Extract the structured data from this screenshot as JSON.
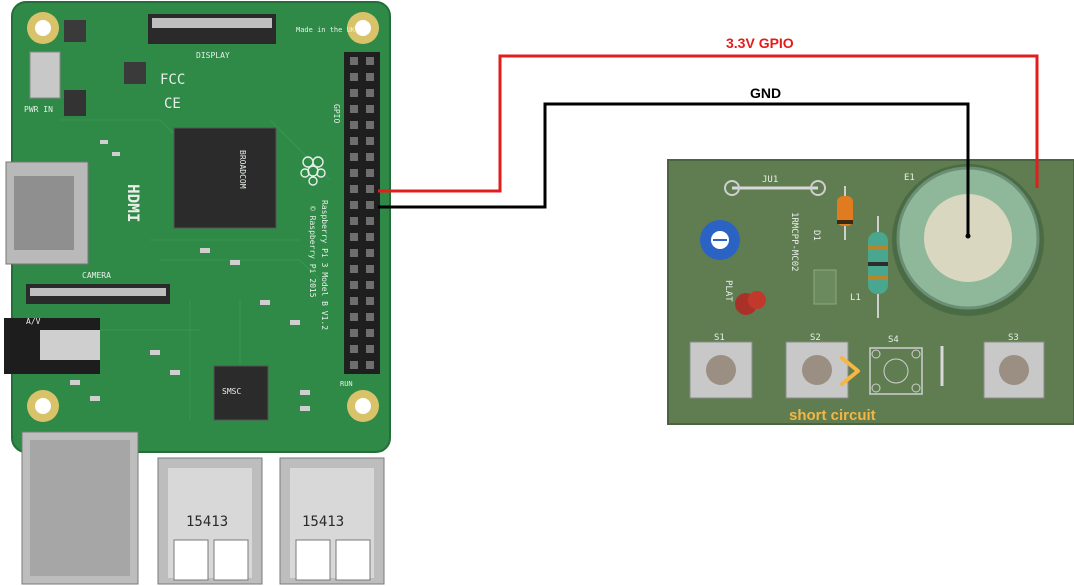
{
  "labels": {
    "vcc_wire": "3.3V GPIO",
    "gnd_wire": "GND",
    "short_circuit": "short circuit"
  },
  "pi_board": {
    "display": "DISPLAY",
    "camera": "CAMERA",
    "hdmi": "HDMI",
    "pwr_in": "PWR IN",
    "av": "A/V",
    "usb_a": "15413",
    "usb_b": "15413",
    "model": "Raspberry Pi 3 Model B V1.2",
    "copyright": "© Raspberry Pi 2015",
    "made_in": "Made in the UK",
    "gpio": "GPIO",
    "run": "RUN",
    "fcc": "FCC",
    "ce": "CE",
    "chip": "BROADCOM",
    "smsc": "SMSC"
  },
  "remote_board": {
    "jumper": "JU1",
    "s1": "S1",
    "s2": "S2",
    "s3": "S3",
    "s4": "S4",
    "d1": "D1",
    "l1": "L1",
    "e1": "E1",
    "plat": "PLAT",
    "ref": "1RMCPP-MC02"
  },
  "colors": {
    "vcc_wire": "#e31c1c",
    "gnd_wire": "#000000",
    "short_circuit": "#f5b642",
    "pi_pcb": "#2e8b4a",
    "remote_pcb": "#5c7b4e"
  }
}
